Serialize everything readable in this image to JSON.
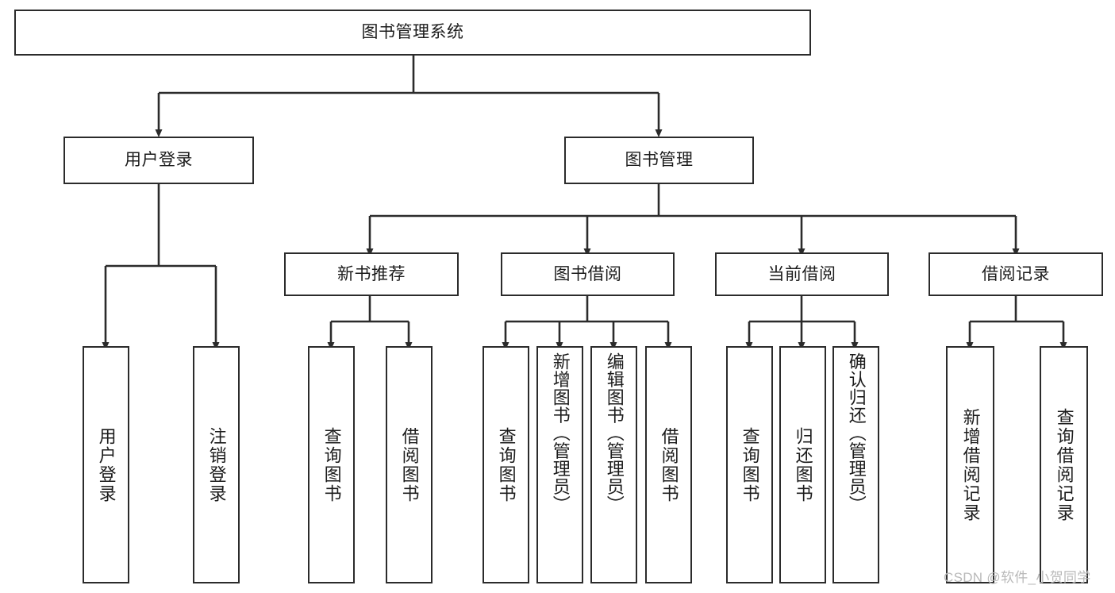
{
  "diagram": {
    "title": "图书管理系统",
    "type": "hierarchy-tree",
    "watermark": "CSDN @软件_小贺同学",
    "colors": {
      "background": "#ffffff",
      "box_border": "#2b2b2b",
      "connector": "#2b2b2b",
      "text": "#1c1c1c",
      "watermark": "#b9b9b9"
    },
    "root": {
      "label": "图书管理系统"
    },
    "level2": [
      {
        "label": "用户登录"
      },
      {
        "label": "图书管理"
      }
    ],
    "level3": [
      {
        "label": "新书推荐"
      },
      {
        "label": "图书借阅"
      },
      {
        "label": "当前借阅"
      },
      {
        "label": "借阅记录"
      }
    ],
    "leaves": {
      "user_login": [
        {
          "label": "用户登录"
        },
        {
          "label": "注销登录"
        }
      ],
      "new_book_recommend": [
        {
          "label": "查询图书"
        },
        {
          "label": "借阅图书"
        }
      ],
      "book_borrow": [
        {
          "label": "查询图书"
        },
        {
          "label": "新增图书（管理员）"
        },
        {
          "label": "编辑图书（管理员）"
        },
        {
          "label": "借阅图书"
        }
      ],
      "current_borrow": [
        {
          "label": "查询图书"
        },
        {
          "label": "归还图书"
        },
        {
          "label": "确认归还（管理员）"
        }
      ],
      "borrow_record": [
        {
          "label": "新增借阅记录"
        },
        {
          "label": "查询借阅记录"
        }
      ]
    }
  }
}
